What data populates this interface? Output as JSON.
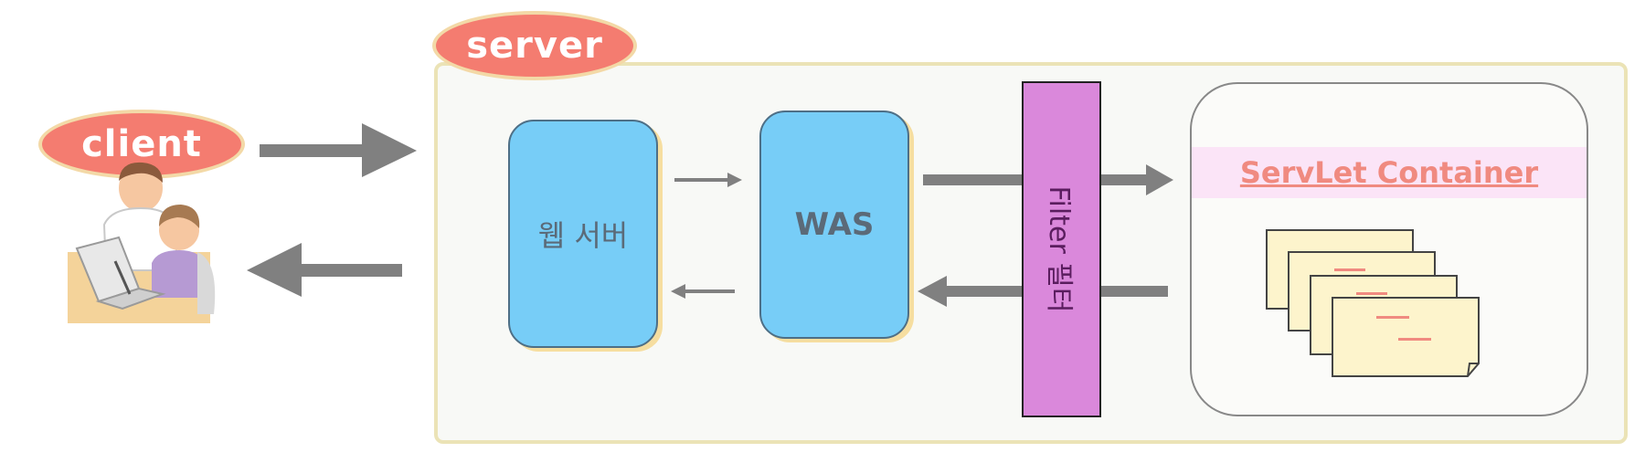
{
  "labels": {
    "server": "server",
    "client": "client",
    "web_server": "웹 서버",
    "was": "WAS",
    "filter": "Filter 필터",
    "servlet_container": "ServLet Container"
  },
  "colors": {
    "pill_fill": "#f47c70",
    "box_fill": "#77cdf7",
    "filter_fill": "#da88db",
    "container_band": "#fbe4f7",
    "arrow": "#808080",
    "doc_fill": "#fdf4cc"
  },
  "icons": {
    "client_illustration": "parent-child-laptop-icon",
    "servlet_docs": "stacked-documents-icon"
  }
}
